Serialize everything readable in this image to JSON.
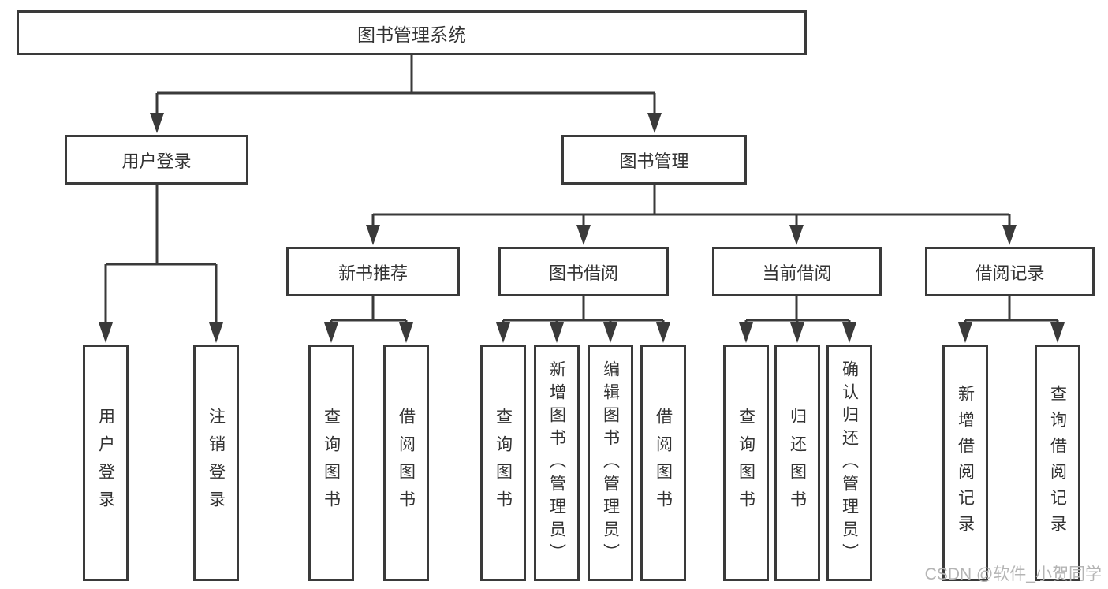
{
  "diagram": {
    "type": "hierarchy-tree",
    "colors": {
      "line": "#3a3a3a",
      "box_border": "#3a3a3a",
      "box_background": "#ffffff",
      "text": "#333333",
      "watermark_text": "#b4b4b4"
    },
    "root": {
      "id": "library-management-system",
      "label": "图书管理系统"
    },
    "level2": [
      {
        "id": "user-login",
        "label": "用户登录",
        "parent": "library-management-system"
      },
      {
        "id": "book-management",
        "label": "图书管理",
        "parent": "library-management-system"
      }
    ],
    "level3": [
      {
        "id": "new-book-recommend",
        "label": "新书推荐",
        "parent": "book-management"
      },
      {
        "id": "book-borrow",
        "label": "图书借阅",
        "parent": "book-management"
      },
      {
        "id": "current-borrow",
        "label": "当前借阅",
        "parent": "book-management"
      },
      {
        "id": "borrow-records",
        "label": "借阅记录",
        "parent": "book-management"
      }
    ],
    "leaves": [
      {
        "id": "leaf-user-login",
        "label": "用户登录",
        "parent": "user-login"
      },
      {
        "id": "leaf-logout",
        "label": "注销登录",
        "parent": "user-login"
      },
      {
        "id": "leaf-query-books-1",
        "label": "查询图书",
        "parent": "new-book-recommend"
      },
      {
        "id": "leaf-borrow-books-1",
        "label": "借阅图书",
        "parent": "new-book-recommend"
      },
      {
        "id": "leaf-query-books-2",
        "label": "查询图书",
        "parent": "book-borrow"
      },
      {
        "id": "leaf-add-books-admin",
        "label": "新增图书（管理员）",
        "parent": "book-borrow"
      },
      {
        "id": "leaf-edit-books-admin",
        "label": "编辑图书（管理员）",
        "parent": "book-borrow"
      },
      {
        "id": "leaf-borrow-books-2",
        "label": "借阅图书",
        "parent": "book-borrow"
      },
      {
        "id": "leaf-query-books-3",
        "label": "查询图书",
        "parent": "current-borrow"
      },
      {
        "id": "leaf-return-books",
        "label": "归还图书",
        "parent": "current-borrow"
      },
      {
        "id": "leaf-confirm-return-admin",
        "label": "确认归还（管理员）",
        "parent": "current-borrow"
      },
      {
        "id": "leaf-add-borrow-record",
        "label": "新增借阅记录",
        "parent": "borrow-records"
      },
      {
        "id": "leaf-query-borrow-record",
        "label": "查询借阅记录",
        "parent": "borrow-records"
      }
    ],
    "watermark": "CSDN @软件_小贺同学"
  }
}
